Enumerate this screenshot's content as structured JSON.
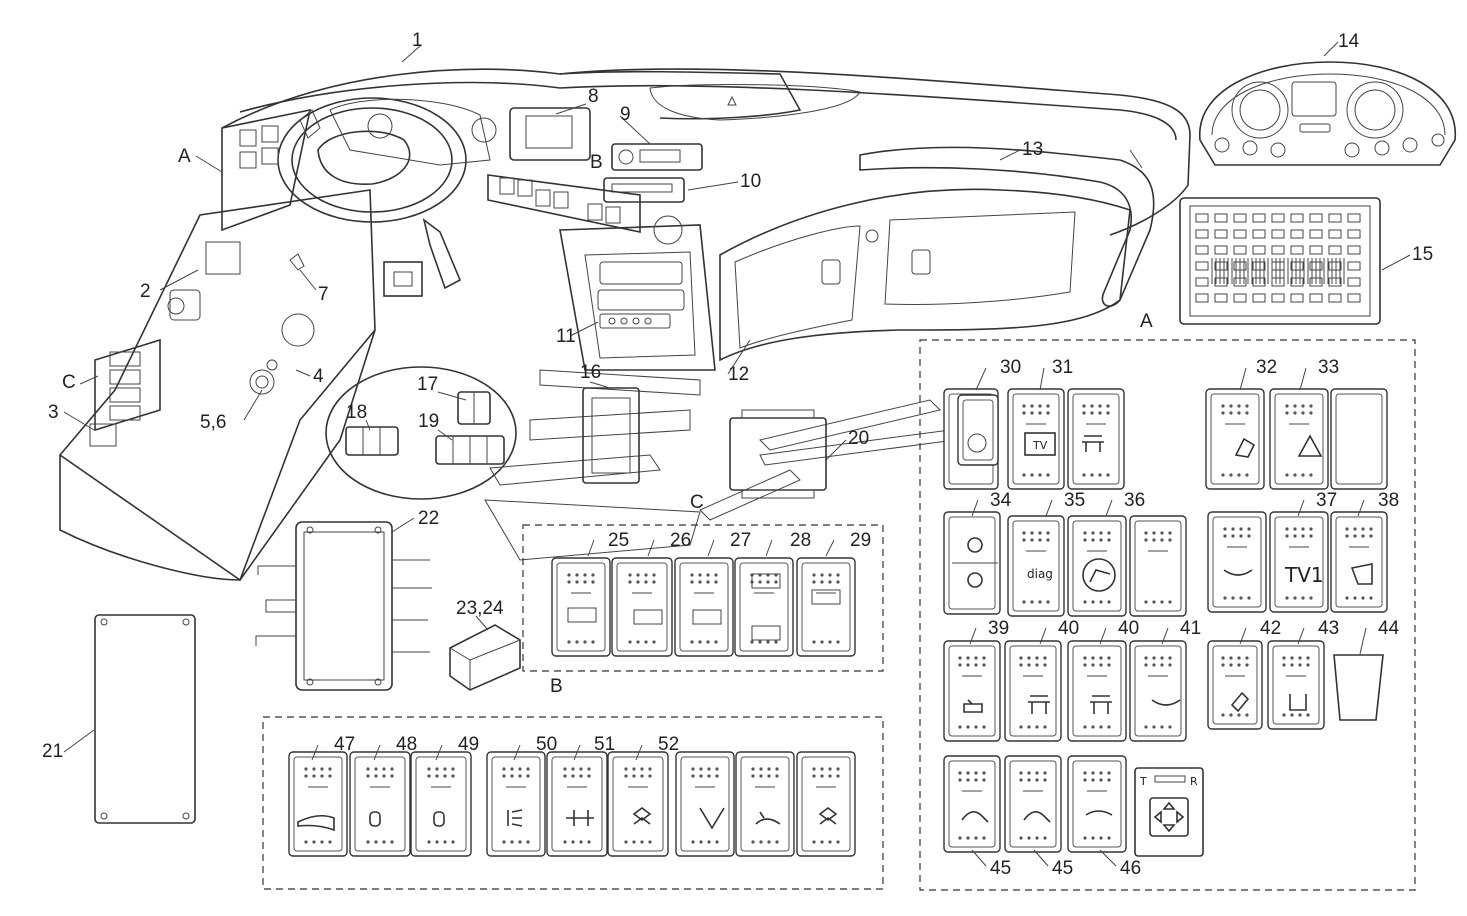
{
  "callouts": {
    "c1": "1",
    "c2": "2",
    "c3": "3",
    "c4": "4",
    "c56": "5,6",
    "c7": "7",
    "c8": "8",
    "c9": "9",
    "c10": "10",
    "c11": "11",
    "c12": "12",
    "c13": "13",
    "c14": "14",
    "c15": "15",
    "c16": "16",
    "c17": "17",
    "c18": "18",
    "c19": "19",
    "c20": "20",
    "c21": "21",
    "c22": "22",
    "c2324": "23,24",
    "c25": "25",
    "c26": "26",
    "c27": "27",
    "c28": "28",
    "c29": "29",
    "c30": "30",
    "c31": "31",
    "c32": "32",
    "c33": "33",
    "c34": "34",
    "c35": "35",
    "c36": "36",
    "c37": "37",
    "c38": "38",
    "c39": "39",
    "c40a": "40",
    "c40b": "40",
    "c41": "41",
    "c42": "42",
    "c43": "43",
    "c44": "44",
    "c45a": "45",
    "c45b": "45",
    "c46": "46",
    "c47": "47",
    "c48": "48",
    "c49": "49",
    "c50": "50",
    "c51": "51",
    "c52": "52",
    "viewA1": "A",
    "viewA2": "A",
    "viewB1": "B",
    "viewB2": "B",
    "viewC1": "C",
    "viewC2": "C"
  },
  "switch_text": {
    "tv1": "TV1",
    "diag": "diag",
    "tv": "TV",
    "mirror_t": "T",
    "mirror_r": "R"
  },
  "icons": {
    "horn": "horn-icon",
    "fan": "fan-icon",
    "wiper": "wiper-icon",
    "warning": "hazard-triangle-icon",
    "sun": "sun-icon",
    "seat": "seat-icon",
    "lamp": "lamp-icon",
    "mirror_pad": "mirror-adjust-pad-icon"
  }
}
